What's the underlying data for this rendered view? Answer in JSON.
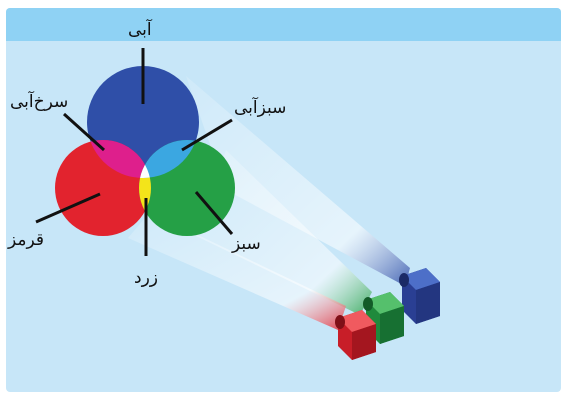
{
  "labels": {
    "blue": "آبی",
    "magenta": "سرخ‌آبی",
    "cyan": "سبزآبی",
    "red": "قرمز",
    "green": "سبز",
    "yellow": "زرد"
  },
  "colors": {
    "background": "#c7e6f8",
    "top_band": "#8fd2f4",
    "red": "#e2232e",
    "green": "#25a046",
    "blue": "#2f4fa8",
    "magenta": "#de1f8c",
    "cyan": "#3ba7e1",
    "yellow": "#f3e41a",
    "white": "#ffffff"
  }
}
